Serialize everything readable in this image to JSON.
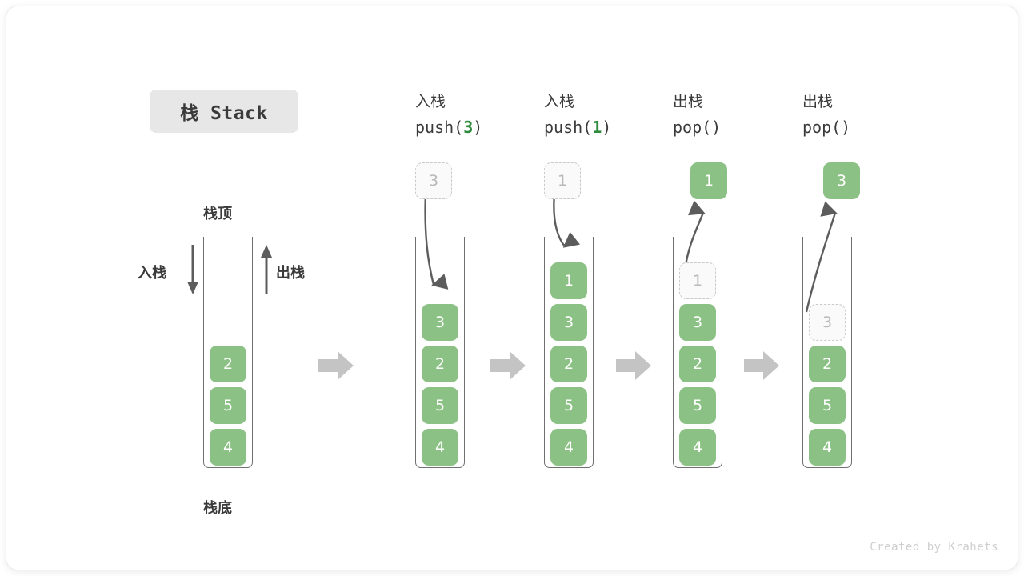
{
  "title_badge": {
    "label": "栈 Stack"
  },
  "labels": {
    "top": "栈顶",
    "bottom": "栈底",
    "push": "入栈",
    "pop": "出栈"
  },
  "footer": {
    "credit": "Created by Krahets"
  },
  "colors": {
    "cell_fill": "#8cc185",
    "cell_text": "#ffffff",
    "ghost_fill": "#fafafa",
    "ghost_border": "#c9c9c9",
    "ghost_text": "#b8b8b8",
    "accent_green": "#2e8b3d",
    "arrow_gray": "#c4c4c4",
    "line_gray": "#707070",
    "text_dark": "#3a3a3a",
    "badge_bg": "#e7e7e7",
    "footer_text": "#cfcfcf"
  },
  "columns": [
    {
      "id": "initial",
      "header_cn": "",
      "header_code": "",
      "code_arg": "",
      "floating": null,
      "cells": [
        {
          "value": "2",
          "state": "filled"
        },
        {
          "value": "5",
          "state": "filled"
        },
        {
          "value": "4",
          "state": "filled"
        }
      ]
    },
    {
      "id": "push-3",
      "header_cn": "入栈",
      "header_code_pre": "push(",
      "code_arg": "3",
      "header_code_post": ")",
      "floating": {
        "value": "3",
        "state": "ghost"
      },
      "cells": [
        {
          "value": "3",
          "state": "filled"
        },
        {
          "value": "2",
          "state": "filled"
        },
        {
          "value": "5",
          "state": "filled"
        },
        {
          "value": "4",
          "state": "filled"
        }
      ]
    },
    {
      "id": "push-1",
      "header_cn": "入栈",
      "header_code_pre": "push(",
      "code_arg": "1",
      "header_code_post": ")",
      "floating": {
        "value": "1",
        "state": "ghost"
      },
      "cells": [
        {
          "value": "1",
          "state": "filled"
        },
        {
          "value": "3",
          "state": "filled"
        },
        {
          "value": "2",
          "state": "filled"
        },
        {
          "value": "5",
          "state": "filled"
        },
        {
          "value": "4",
          "state": "filled"
        }
      ]
    },
    {
      "id": "pop-1",
      "header_cn": "出栈",
      "header_code_pre": "pop(",
      "code_arg": "",
      "header_code_post": ")",
      "floating": {
        "value": "1",
        "state": "filled"
      },
      "cells": [
        {
          "value": "1",
          "state": "ghost"
        },
        {
          "value": "3",
          "state": "filled"
        },
        {
          "value": "2",
          "state": "filled"
        },
        {
          "value": "5",
          "state": "filled"
        },
        {
          "value": "4",
          "state": "filled"
        }
      ]
    },
    {
      "id": "pop-3",
      "header_cn": "出栈",
      "header_code_pre": "pop(",
      "code_arg": "",
      "header_code_post": ")",
      "floating": {
        "value": "3",
        "state": "filled"
      },
      "cells": [
        {
          "value": "3",
          "state": "ghost"
        },
        {
          "value": "2",
          "state": "filled"
        },
        {
          "value": "5",
          "state": "filled"
        },
        {
          "value": "4",
          "state": "filled"
        }
      ]
    }
  ]
}
